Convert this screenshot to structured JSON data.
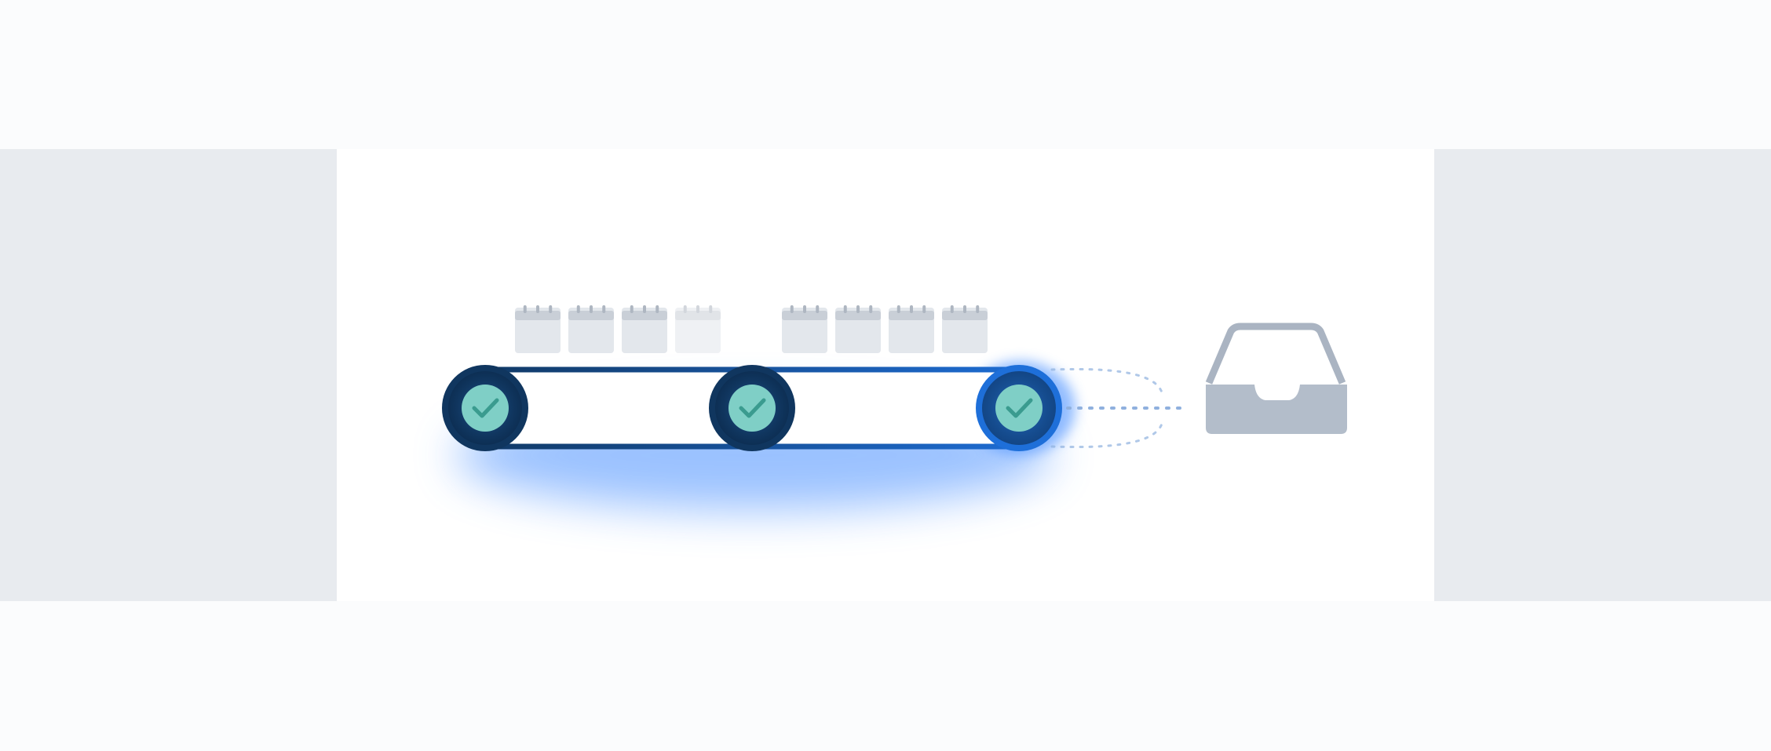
{
  "colors": {
    "page_background": "#fbfcfd",
    "side_panel": "#e8ebef",
    "belt_dark": "#10365f",
    "belt_blue": "#1e6fd9",
    "glow": "#4a90ff",
    "check_fill": "#7fcfc6",
    "check_mark": "#3a9b8f",
    "calendar_body": "#e3e7ec",
    "calendar_header": "#c9cfd7",
    "tray": "#b3bdca",
    "tray_outline": "#aab4c2",
    "dots": "#8fb0de"
  },
  "icons": {
    "roller": "check-circle-icon",
    "item": "calendar-icon",
    "destination": "inbox-tray-icon"
  },
  "rollers": [
    {
      "state": "checked"
    },
    {
      "state": "checked"
    },
    {
      "state": "checked"
    }
  ],
  "calendar_groups": [
    {
      "count": 4,
      "last_faded": true
    },
    {
      "count": 4,
      "last_faded": false
    }
  ]
}
